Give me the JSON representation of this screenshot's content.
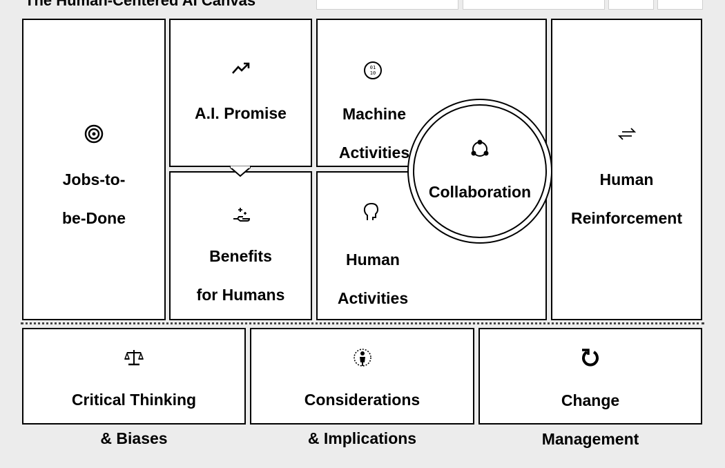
{
  "canvas": {
    "title": "The Human-Centered AI Canvas"
  },
  "blocks": {
    "jobs": {
      "line1": "Jobs-to-",
      "line2": "be-Done",
      "icon": "target-icon"
    },
    "promise": {
      "line1": "A.I. Promise",
      "icon": "trend-up-icon"
    },
    "benefits": {
      "line1": "Benefits",
      "line2": "for Humans",
      "icon": "hand-sparkle-icon"
    },
    "machine": {
      "line1": "Machine",
      "line2": "Activities",
      "icon": "brain-chip-icon"
    },
    "human_act": {
      "line1": "Human",
      "line2": "Activities",
      "icon": "head-icon"
    },
    "collab": {
      "line1": "Collaboration",
      "icon": "network-triangle-icon"
    },
    "reinforce": {
      "line1": "Human",
      "line2": "Reinforcement",
      "icon": "swap-arrows-icon"
    },
    "critical": {
      "line1": "Critical Thinking",
      "line2": "& Biases",
      "icon": "scales-icon"
    },
    "considerations": {
      "line1": "Considerations",
      "line2": "& Implications",
      "icon": "person-target-icon"
    },
    "change": {
      "line1": "Change",
      "line2": "Management",
      "icon": "cycle-icon"
    }
  },
  "colors": {
    "background": "#ececec",
    "cell": "#ffffff",
    "stroke": "#000000"
  }
}
